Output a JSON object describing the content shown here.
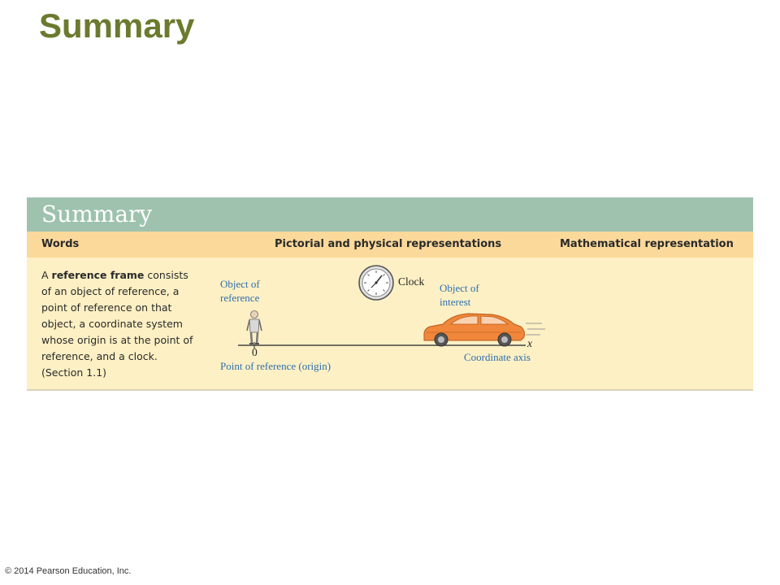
{
  "slide": {
    "title": "Summary",
    "copyright": "© 2014 Pearson Education, Inc."
  },
  "summary_box": {
    "banner_title": "Summary",
    "columns": {
      "words": "Words",
      "pictorial": "Pictorial and physical representations",
      "mathematical": "Mathematical representation"
    },
    "words": {
      "prefix": "A ",
      "term": "reference frame",
      "body": " consists of an object of reference, a point of reference on that object, a coordinate system whose origin is at the point of reference, and a clock. (Section 1.1)"
    },
    "diagram": {
      "object_of_reference_line1": "Object of",
      "object_of_reference_line2": "reference",
      "clock": "Clock",
      "object_of_interest_line1": "Object of",
      "object_of_interest_line2": "interest",
      "origin_tick": "0",
      "axis_var": "x",
      "point_of_reference": "Point of reference (origin)",
      "coordinate_axis": "Coordinate axis"
    }
  },
  "colors": {
    "title_green": "#6b7a2e",
    "banner_teal": "#9ec2ae",
    "header_orange": "#fbd99a",
    "body_cream": "#fdf0c4",
    "label_blue": "#2f6fae",
    "car_orange": "#f0873a"
  },
  "icons": [
    "clock-icon",
    "person-icon",
    "car-icon"
  ]
}
